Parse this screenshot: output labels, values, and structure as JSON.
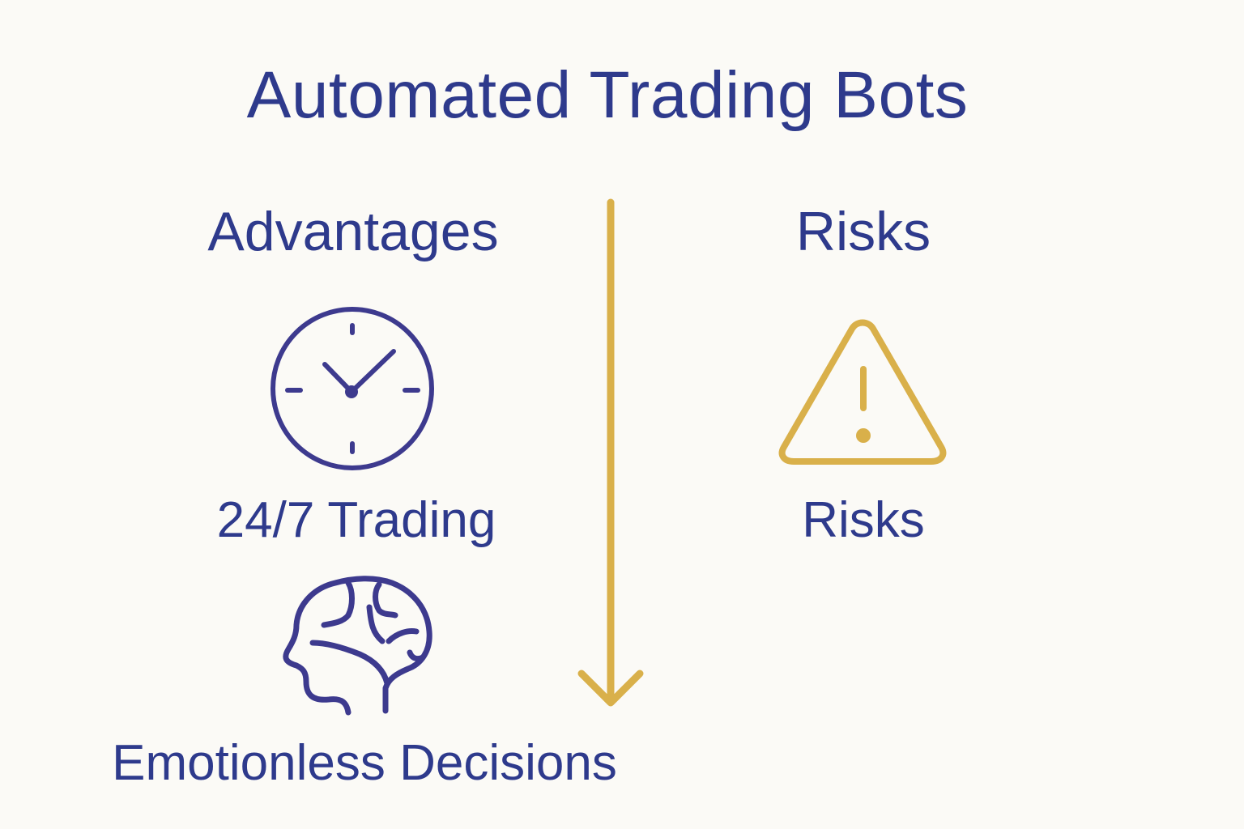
{
  "title": "Automated Trading Bots",
  "colors": {
    "background": "#FBFAF6",
    "text": "#2E3A8C",
    "icon_primary": "#3D3A8E",
    "accent_gold": "#D9B04A"
  },
  "columns": {
    "advantages": {
      "heading": "Advantages",
      "items": [
        {
          "icon": "clock-icon",
          "label": "24/7 Trading"
        },
        {
          "icon": "brain-head-icon",
          "label": "Emotionless Decisions"
        }
      ]
    },
    "risks": {
      "heading": "Risks",
      "items": [
        {
          "icon": "warning-triangle-icon",
          "label": "Risks"
        }
      ]
    }
  },
  "divider": {
    "icon": "down-arrow-icon"
  }
}
